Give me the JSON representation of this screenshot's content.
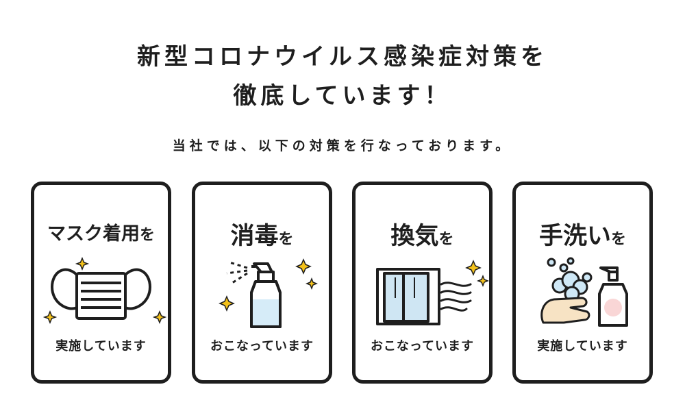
{
  "headline": {
    "line1": "新型コロナウイルス感染症対策を",
    "line2": "徹底しています！"
  },
  "subline": "当社では、以下の対策を行なっております。",
  "colors": {
    "ink": "#1e1e1e",
    "sparkle": "#f4c21b",
    "bottle_liquid": "#d6ecf8",
    "hand": "#f7e3c4",
    "foam": "#cfe8f6",
    "pump_liquid": "#f9d6d6",
    "window_glass": "#cfe6f3"
  },
  "cards": [
    {
      "title_main": "マスク着用",
      "title_suffix": "を",
      "illustration": "face-mask-icon",
      "footer": "実施しています"
    },
    {
      "title_main": "消毒",
      "title_suffix": "を",
      "illustration": "spray-bottle-icon",
      "footer": "おこなっています"
    },
    {
      "title_main": "換気",
      "title_suffix": "を",
      "illustration": "open-window-icon",
      "footer": "おこなっています"
    },
    {
      "title_main": "手洗い",
      "title_suffix": "を",
      "illustration": "hand-soap-icon",
      "footer": "実施しています"
    }
  ]
}
